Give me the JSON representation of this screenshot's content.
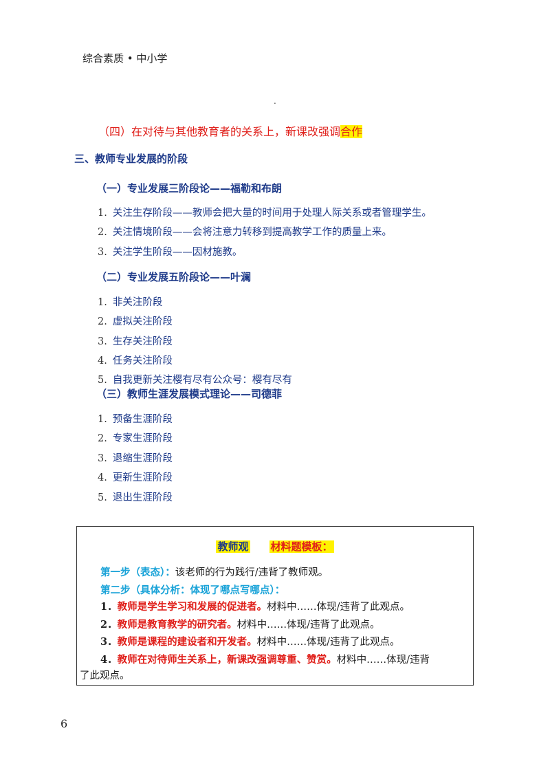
{
  "header": "综合素质 • 中小学",
  "dot": ".",
  "sec4": {
    "text": "（四）在对待与其他教育者的关系上，新课改强调",
    "highlight": "合作"
  },
  "sec3_title": "三、教师专业发展的阶段",
  "part1": {
    "title": "（一）专业发展三阶段论——福勒和布朗",
    "items": [
      {
        "num": "1.",
        "text": "关注生存阶段——教师会把大量的时间用于处理人际关系或者管理学生。"
      },
      {
        "num": "2.",
        "text": "关注情境阶段——会将注意力转移到提高教学工作的质量上来。"
      },
      {
        "num": "3.",
        "text": "关注学生阶段——因材施教。"
      }
    ]
  },
  "part2": {
    "title": "（二）专业发展五阶段论——叶澜",
    "items": [
      {
        "num": "1.",
        "text": "非关注阶段"
      },
      {
        "num": "2.",
        "text": "虚拟关注阶段"
      },
      {
        "num": "3.",
        "text": "生存关注阶段"
      },
      {
        "num": "4.",
        "text": "任务关注阶段"
      },
      {
        "num": "5.",
        "text": "自我更新关注",
        "watermark": "樱有尽有公众号：樱有尽有"
      }
    ]
  },
  "part3": {
    "title": "（三）教师生涯发展模式理论——司德菲",
    "items": [
      {
        "num": "1.",
        "text": "预备生涯阶段"
      },
      {
        "num": "2.",
        "text": "专家生涯阶段"
      },
      {
        "num": "3.",
        "text": "退缩生涯阶段"
      },
      {
        "num": "4.",
        "text": "更新生涯阶段"
      },
      {
        "num": "5.",
        "text": "退出生涯阶段"
      }
    ]
  },
  "box": {
    "title1": "教师观",
    "title2": "材料题模板：",
    "step1_label": "第一步（表态）：",
    "step1_text": "该老师的行为践行/违背了教师观。",
    "step2_label": "第二步（具体分析：体现了哪点写哪点）：",
    "points": [
      {
        "num": "1．",
        "key": "教师是学生学习和发展的促进者。",
        "rest": "材料中……体现/违背了此观点。"
      },
      {
        "num": "2．",
        "key": "教师是教育教学的研究者。",
        "rest": "材料中……体现/违背了此观点。"
      },
      {
        "num": "3．",
        "key": "教师是课程的建设者和开发者。",
        "rest": "材料中……体现/违背了此观点。"
      },
      {
        "num": "4．",
        "key": "教师在对待师生关系上，新课改强调尊重、赞赏。",
        "rest": "材料中……体现/违背"
      }
    ],
    "point4_cont": "了此观点。"
  },
  "page_number": "6"
}
